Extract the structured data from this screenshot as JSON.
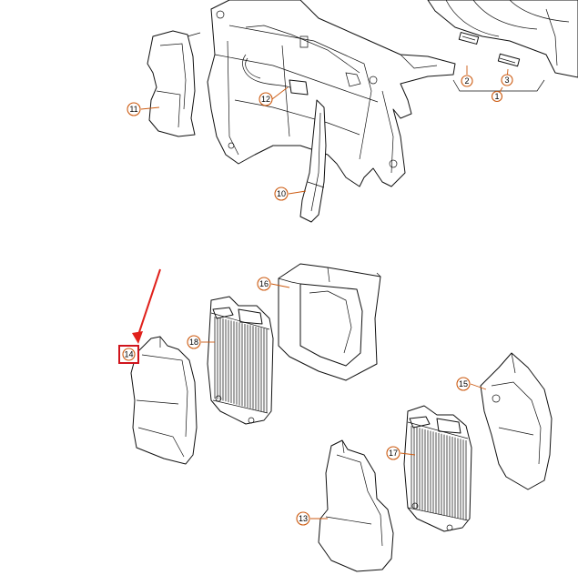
{
  "diagram": {
    "callouts": [
      {
        "id": "1",
        "label": "1"
      },
      {
        "id": "2",
        "label": "2"
      },
      {
        "id": "3",
        "label": "3"
      },
      {
        "id": "10",
        "label": "10"
      },
      {
        "id": "11",
        "label": "11"
      },
      {
        "id": "12",
        "label": "12"
      },
      {
        "id": "13",
        "label": "13"
      },
      {
        "id": "14",
        "label": "14"
      },
      {
        "id": "15",
        "label": "15"
      },
      {
        "id": "16",
        "label": "16"
      },
      {
        "id": "17",
        "label": "17"
      },
      {
        "id": "18",
        "label": "18"
      }
    ],
    "highlighted_callout": "14",
    "colors": {
      "callout_ring": "#cc5a10",
      "highlight_arrow": "#e0201b",
      "highlight_box": "#d0141c",
      "line_art": "#111111"
    }
  }
}
